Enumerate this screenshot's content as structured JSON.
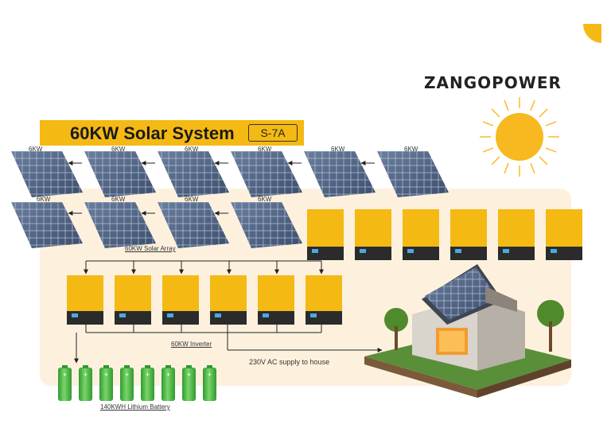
{
  "brand": "ZANGOPOWER",
  "banner": {
    "title": "60KW Solar System",
    "code": "S-7A"
  },
  "panels": {
    "label": "6KW"
  },
  "labels": {
    "array": "60KW Solar Array",
    "inverter": "60KW Inverter",
    "supply": "230V AC supply to house",
    "battery": "140KWH Lithium Battery"
  },
  "colors": {
    "brand_yellow": "#f5b914",
    "panel_blue": "#4a5f80",
    "inverter_yellow": "#f5b914",
    "battery_green": "#49b843",
    "background_cream": "#fdf1de"
  }
}
